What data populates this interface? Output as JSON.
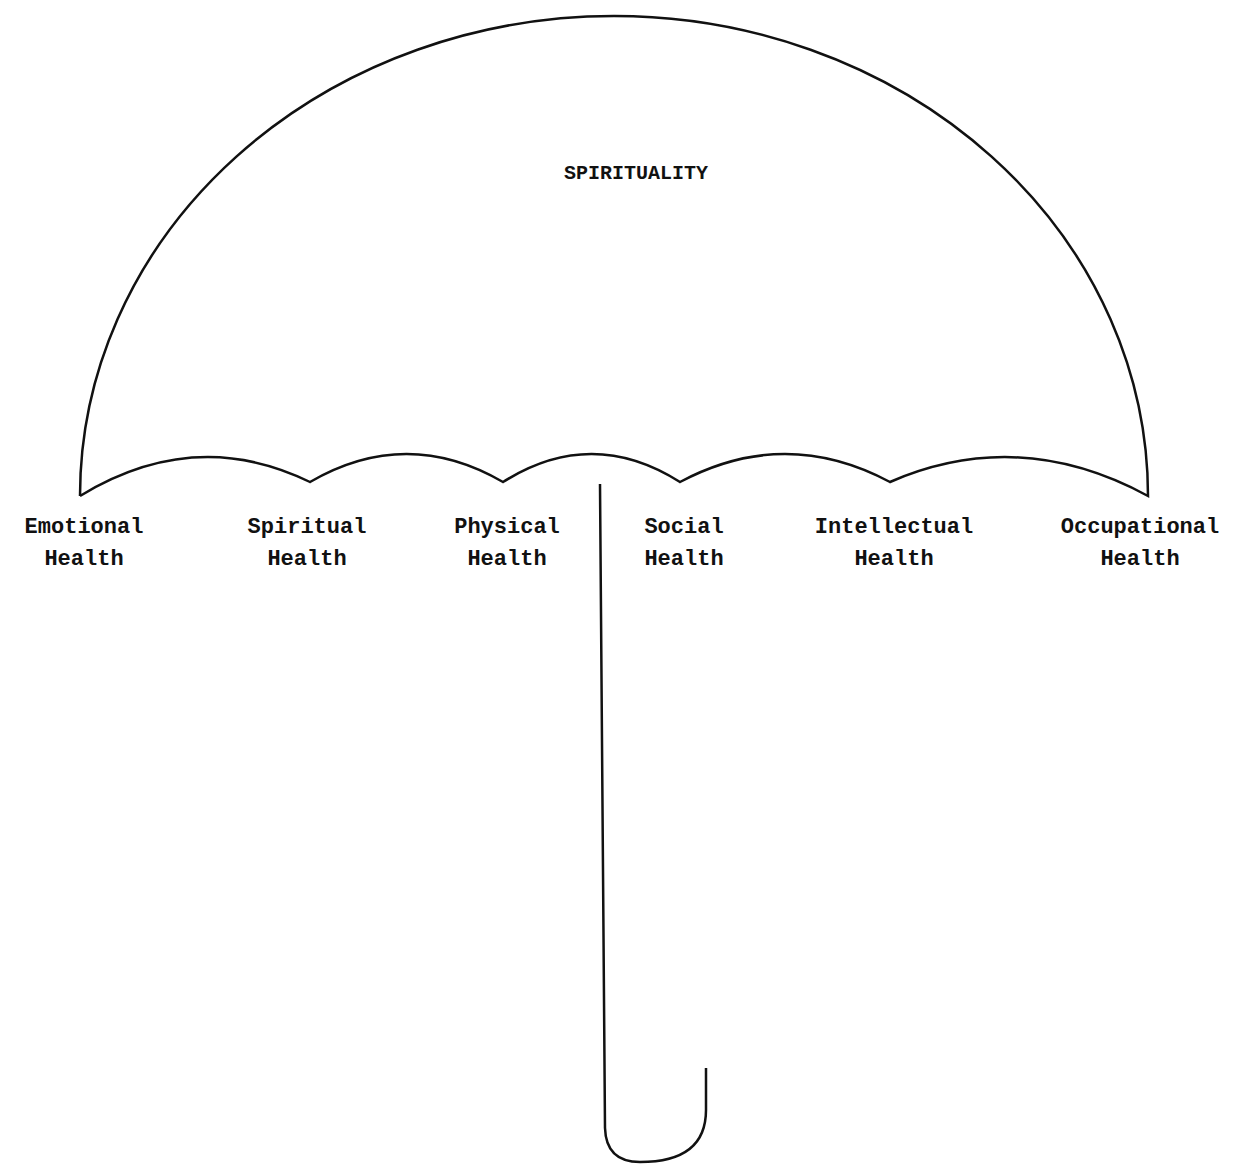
{
  "diagram": {
    "nodes": [
      {
        "text": [
          "SPIRITUALITY"
        ]
      }
    ],
    "labels": [
      "Emotional Health",
      "Spiritual Health",
      "Physical Health",
      "Social Health",
      "Intellectual Health",
      "Occupational Health"
    ]
  }
}
